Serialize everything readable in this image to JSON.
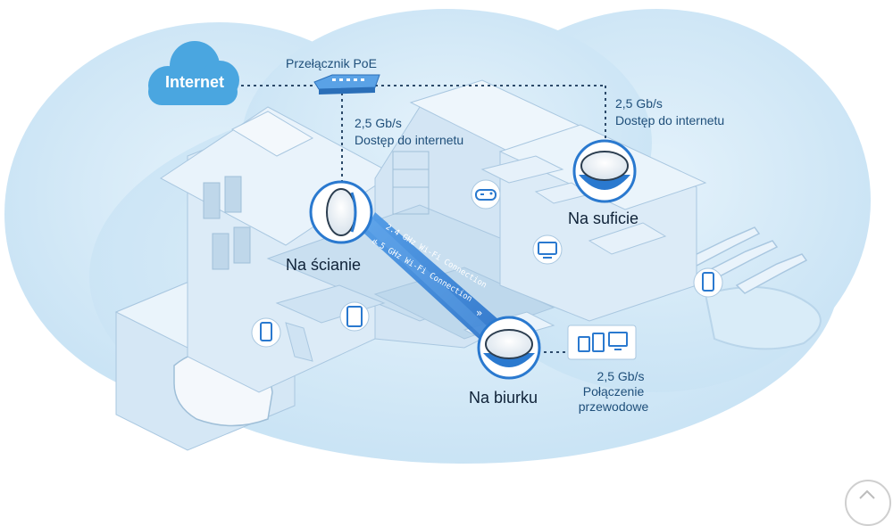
{
  "cloud": {
    "label": "Internet",
    "color": "#4aa6e0"
  },
  "switch": {
    "label": "Przełącznik PoE",
    "color": "#3a86d4"
  },
  "wall_ap": {
    "speed": "2,5 Gb/s",
    "access": "Dostęp do internetu",
    "place": "Na ścianie"
  },
  "ceiling_ap": {
    "speed": "2,5 Gb/s",
    "access": "Dostęp do internetu",
    "place": "Na suficie"
  },
  "desk_ap": {
    "speed": "2,5 Gb/s",
    "wired_line1": "Połączenie",
    "wired_line2": "przewodowe",
    "place": "Na biurku"
  },
  "wifi_link": {
    "band_24": "2.4 GHz Wi-Fi Connection",
    "band_5": "5 GHz Wi-Fi Connection",
    "color": "#2f7fd6"
  },
  "icons": [
    "gamepad-icon",
    "tv-icon",
    "phone-icon",
    "tablet-icon",
    "devices-icon"
  ],
  "colors": {
    "background_blob": "#d7ebf8",
    "house_light": "#e7f2fb",
    "house_mid": "#c9dff0",
    "house_dark": "#a9c7e0",
    "dotted_line": "#2c4a6a"
  }
}
